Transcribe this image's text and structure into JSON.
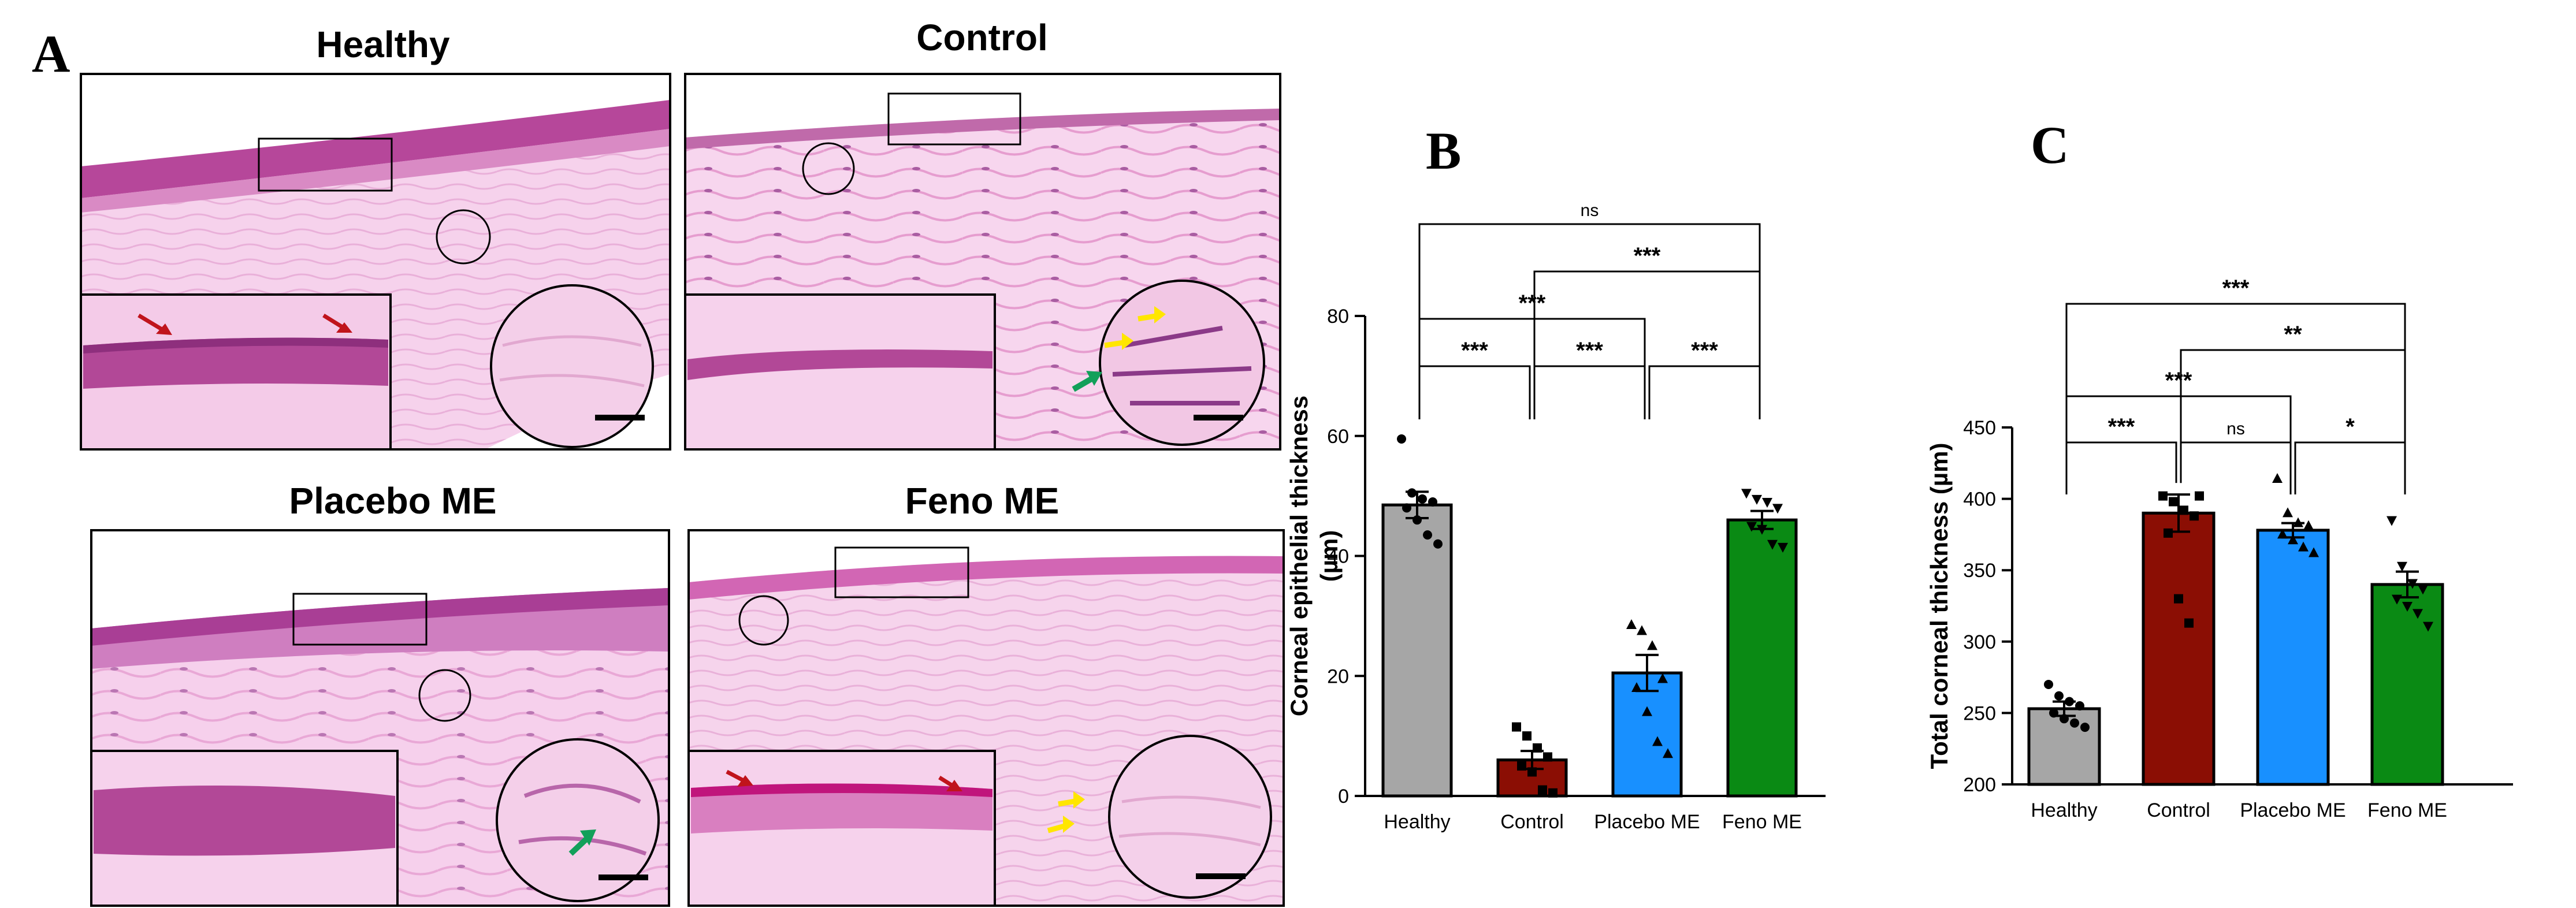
{
  "panels": {
    "a": "A",
    "b": "B",
    "c": "C"
  },
  "micrographs": [
    {
      "title": "Healthy"
    },
    {
      "title": "Control"
    },
    {
      "title": "Placebo ME"
    },
    {
      "title": "Feno ME"
    }
  ],
  "colors": {
    "Healthy": "#a6a6a6",
    "Control": "#8b0e04",
    "Placebo ME": "#1890ff",
    "Feno ME": "#0a8a14",
    "tissue": "#f3c5e6",
    "epithelium": "#b6479a",
    "arrow_red": "#c0141c",
    "arrow_yellow": "#ffe600",
    "arrow_green": "#12a05a"
  },
  "chart_data": [
    {
      "type": "bar",
      "panel": "B",
      "categories": [
        "Healthy",
        "Control",
        "Placebo ME",
        "Feno ME"
      ],
      "values": [
        48.5,
        6,
        20.5,
        46
      ],
      "errors": [
        2.2,
        1.5,
        3,
        1.5
      ],
      "points": [
        [
          59.5,
          50.5,
          49.5,
          49,
          48,
          46,
          43.5,
          42
        ],
        [
          11.5,
          10,
          8,
          6.5,
          5,
          4,
          1,
          0.5
        ],
        [
          28.5,
          27.5,
          25,
          19.5,
          18,
          14,
          9,
          7
        ],
        [
          50.5,
          49.5,
          49,
          48,
          45,
          44.5,
          42,
          41.5
        ]
      ],
      "markers": [
        "circle",
        "square",
        "triangle-up",
        "triangle-down"
      ],
      "ylabel_line1": "Corneal epithelial thickness",
      "ylabel_line2": "(µm)",
      "ylim": [
        0,
        80
      ],
      "yticks": [
        "0",
        "20",
        "40",
        "60",
        "80"
      ],
      "ytick_values": [
        0,
        20,
        40,
        60,
        80
      ],
      "significance": [
        {
          "from": 0,
          "to": 1,
          "label": "***",
          "level": 0
        },
        {
          "from": 1,
          "to": 2,
          "label": "***",
          "level": 0
        },
        {
          "from": 2,
          "to": 3,
          "label": "***",
          "level": 0
        },
        {
          "from": 0,
          "to": 2,
          "label": "***",
          "level": 1
        },
        {
          "from": 1,
          "to": 3,
          "label": "***",
          "level": 2
        },
        {
          "from": 0,
          "to": 3,
          "label": "ns",
          "level": 3
        }
      ]
    },
    {
      "type": "bar",
      "panel": "C",
      "categories": [
        "Healthy",
        "Control",
        "Placebo ME",
        "Feno ME"
      ],
      "values": [
        253,
        390,
        378,
        340
      ],
      "errors": [
        5,
        13,
        5,
        9
      ],
      "points": [
        [
          270,
          262,
          258,
          255,
          250,
          246,
          243,
          240
        ],
        [
          402,
          398,
          392,
          388,
          376,
          330,
          313,
          402
        ],
        [
          414,
          390,
          383,
          381,
          375,
          371,
          366,
          362
        ],
        [
          385,
          353,
          341,
          337,
          330,
          325,
          320,
          311
        ]
      ],
      "markers": [
        "circle",
        "square",
        "triangle-up",
        "triangle-down"
      ],
      "ylabel_line1": "Total corneal thickness (µm)",
      "ylabel_line2": "",
      "ylim": [
        200,
        450
      ],
      "yticks": [
        "200",
        "250",
        "300",
        "350",
        "400",
        "450"
      ],
      "ytick_values": [
        200,
        250,
        300,
        350,
        400,
        450
      ],
      "significance": [
        {
          "from": 0,
          "to": 1,
          "label": "***",
          "level": 0
        },
        {
          "from": 1,
          "to": 2,
          "label": "ns",
          "level": 0
        },
        {
          "from": 2,
          "to": 3,
          "label": "*",
          "level": 0
        },
        {
          "from": 0,
          "to": 2,
          "label": "***",
          "level": 1
        },
        {
          "from": 1,
          "to": 3,
          "label": "**",
          "level": 2
        },
        {
          "from": 0,
          "to": 3,
          "label": "***",
          "level": 3
        }
      ]
    }
  ]
}
